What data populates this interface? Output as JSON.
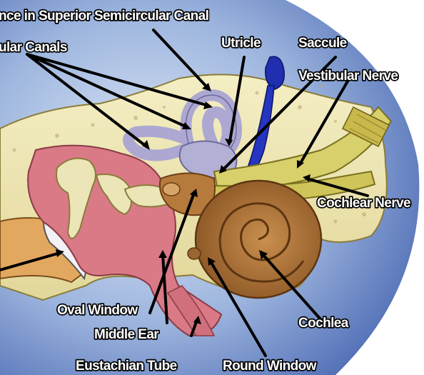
{
  "labels": {
    "dehiscence_canal": "nce in Superior Semicircular Canal",
    "semicircular_canals": "ular Canals",
    "utricle": "Utricle",
    "saccule": "Saccule",
    "vestibular_nerve": "Vestibular Nerve",
    "cochlear_nerve": "Cochlear Nerve",
    "oval_window": "Oval Window",
    "middle_ear": "Middle Ear",
    "cochlea": "Cochlea",
    "eustachian_tube": "Eustachian Tube",
    "round_window": "Round Window"
  },
  "colors": {
    "background_gradient_light": "#d6e4f4",
    "background_gradient_dark": "#4f6fb8",
    "bone": "#efe7b0",
    "canals": "#b3b0d6",
    "saccule_blue": "#1f2fb0",
    "cochlea": "#b57a3c",
    "middle_ear": "#d97a86",
    "ossicles": "#ece5b8",
    "nerve": "#d8d06a",
    "pointer_lines": "#000000"
  }
}
